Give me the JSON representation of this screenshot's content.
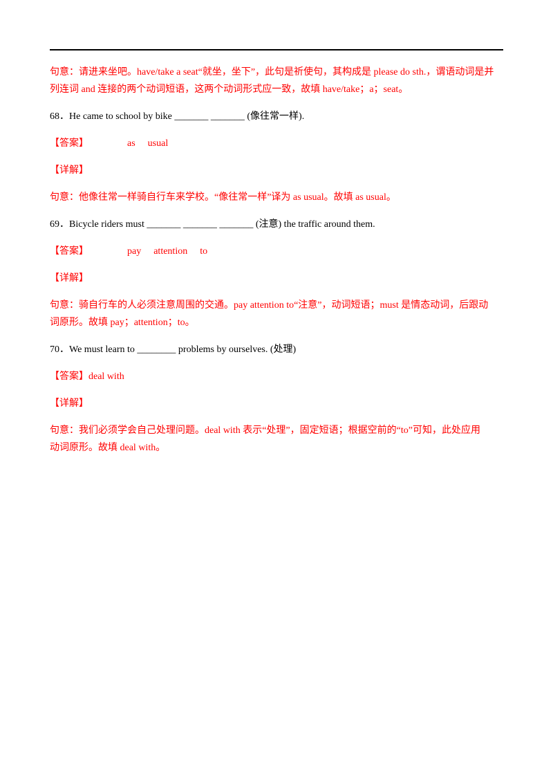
{
  "explanation_67": {
    "line1": "句意：请进来坐吧。have/take a seat“就坐，坐下”，此句是祈使句，其构成是 please do sth.，谓语动词是并",
    "line2": "列连词 and 连接的两个动词短语，这两个动词形式应一致，故填 have/take；a；seat。"
  },
  "q68": {
    "question": "68．He came to school by bike _______ _______ (像往常一样).",
    "answer_label": "【答案】",
    "answer_words": [
      "as",
      "usual"
    ],
    "detail_label": "【详解】",
    "explanation": "句意：他像往常一样骑自行车来学校。“像往常一样”译为 as usual。故填 as usual。"
  },
  "q69": {
    "question": "69．Bicycle riders must _______ _______ _______ (注意) the traffic around them.",
    "answer_label": "【答案】",
    "answer_words": [
      "pay",
      "attention",
      "to"
    ],
    "detail_label": "【详解】",
    "explanation_line1": "句意：骑自行车的人必须注意周围的交通。pay attention to“注意”，动词短语；must 是情态动词，后跟动",
    "explanation_line2": "词原形。故填 pay；attention；to。"
  },
  "q70": {
    "question": "70．We must learn to ________ problems by ourselves. (处理)",
    "answer_label": "【答案】",
    "answer_text": "deal with",
    "detail_label": "【详解】",
    "explanation_line1": "句意：我们必须学会自己处理问题。deal with 表示“处理”，固定短语；根据空前的“to”可知，此处应用",
    "explanation_line2": "动词原形。故填 deal with。"
  },
  "colors": {
    "answer_red": "#ff0000",
    "text_black": "#000000"
  }
}
